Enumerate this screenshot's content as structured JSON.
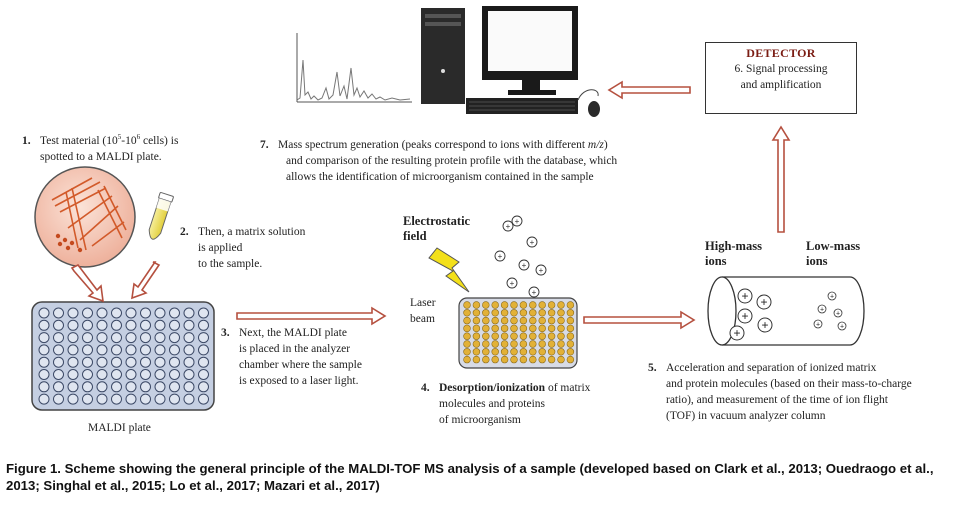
{
  "detector": {
    "title": "DETECTOR",
    "line1": "6.   Signal processing",
    "line2": "and amplification"
  },
  "steps": {
    "s1": {
      "num": "1.",
      "line1a": "Test material (10",
      "sup1": "5",
      "line1b": "-10",
      "sup2": "6",
      "line1c": " cells) is",
      "line2": "spotted to a MALDI plate."
    },
    "s2": {
      "num": "2.",
      "line1": "Then, a matrix solution",
      "line2": "is applied",
      "line3": "to the sample."
    },
    "s3": {
      "num": "3.",
      "line1": "Next, the MALDI plate",
      "line2": "is placed in the analyzer",
      "line3": "chamber where the sample",
      "line4": "is exposed to a laser light."
    },
    "s4": {
      "num": "4.",
      "bold": "Desorption/ionization",
      "line1rest": " of matrix",
      "line2": "molecules and proteins",
      "line3": "of microorganism"
    },
    "s5": {
      "num": "5.",
      "line1": "Acceleration and separation of ionized matrix",
      "line2": "and protein molecules (based on their mass-to-charge",
      "line3": "ratio), and measurement of the time of ion flight",
      "line4": "(TOF) in vacuum analyzer column"
    },
    "s7": {
      "num": "7.",
      "line1a": "Mass spectrum generation (peaks correspond to ions with different ",
      "line1em": "m/z",
      "line1b": ")",
      "line2": "and comparison of the resulting protein profile with the database, which",
      "line3": "allows the identification of microorganism contained in the sample"
    }
  },
  "labels": {
    "maldi_plate": "MALDI plate",
    "electrostatic1": "Electrostatic",
    "electrostatic2": "field",
    "laser1": "Laser",
    "laser2": "beam",
    "high_mass1": "High-mass",
    "high_mass2": "ions",
    "low_mass1": "Low-mass",
    "low_mass2": "ions",
    "plus": "+"
  },
  "caption": {
    "text": "Figure 1. Scheme showing the general principle of the MALDI-TOF MS analysis of a sample (developed based on Clark et al., 2013; Ouedraogo et al., 2013; Singhal et al., 2015; Lo et al., 2017; Mazari et al., 2017)"
  },
  "colors": {
    "arrow": "#b5503f",
    "arrow_fill": "#ffffff",
    "petri": "#f1c2b0",
    "streak": "#d25a2a",
    "plate_fill": "#c9d3e6",
    "plate_wells": "#e9edf5",
    "gold_wells": "#e0b23a",
    "bolt": "#f3e01a",
    "detector_title": "#7b1d14"
  }
}
